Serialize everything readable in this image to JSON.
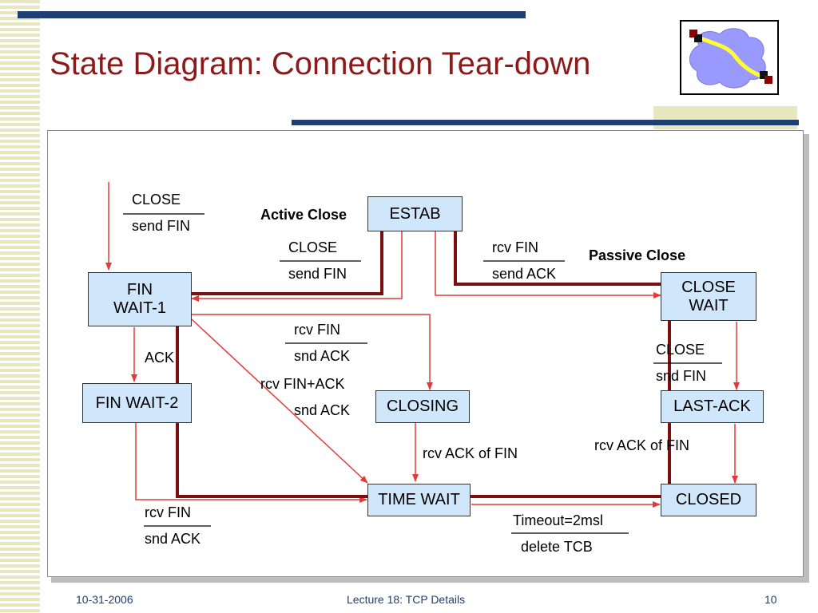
{
  "slide": {
    "title": "State Diagram: Connection Tear-down",
    "footer_date": "10-31-2006",
    "footer_center": "Lecture 18: TCP Details",
    "page_number": "10"
  },
  "states": {
    "estab": "ESTAB",
    "fin_wait_1": "FIN\nWAIT-1",
    "fin_wait_2": "FIN WAIT-2",
    "closing": "CLOSING",
    "time_wait": "TIME WAIT",
    "close_wait": "CLOSE\nWAIT",
    "last_ack": "LAST-ACK",
    "closed": "CLOSED"
  },
  "labels": {
    "active_close": "Active Close",
    "passive_close": "Passive Close",
    "t_init_top": "CLOSE",
    "t_init_bottom": "send FIN",
    "t_estab_finwait_top": "CLOSE",
    "t_estab_finwait_bottom": "send FIN",
    "t_estab_closewait_top": "rcv FIN",
    "t_estab_closewait_bottom": "send ACK",
    "t_finwait1_closing_top": "rcv FIN",
    "t_finwait1_closing_bottom": "snd ACK",
    "t_finwait1_timewait_top": "rcv FIN+ACK",
    "t_finwait1_timewait_bottom": "snd ACK",
    "t_finwait1_finwait2": "ACK",
    "t_closewait_lastack_top": "CLOSE",
    "t_closewait_lastack_bottom": "snd FIN",
    "t_closing_timewait": "rcv ACK of FIN",
    "t_lastack_closed": "rcv ACK of FIN",
    "t_finwait2_timewait_top": "rcv FIN",
    "t_finwait2_timewait_bottom": "snd ACK",
    "t_timewait_closed_top": "Timeout=2msl",
    "t_timewait_closed_bottom": "delete TCB"
  },
  "colors": {
    "title": "#8b1a1a",
    "arrow": "#e23b3b",
    "path": "#7a1010",
    "state_fill": "#cfe6fb",
    "bar": "#1f3f73",
    "stripe": "#e7e6bf"
  },
  "icons": {
    "logo": "network-cloud-icon"
  }
}
